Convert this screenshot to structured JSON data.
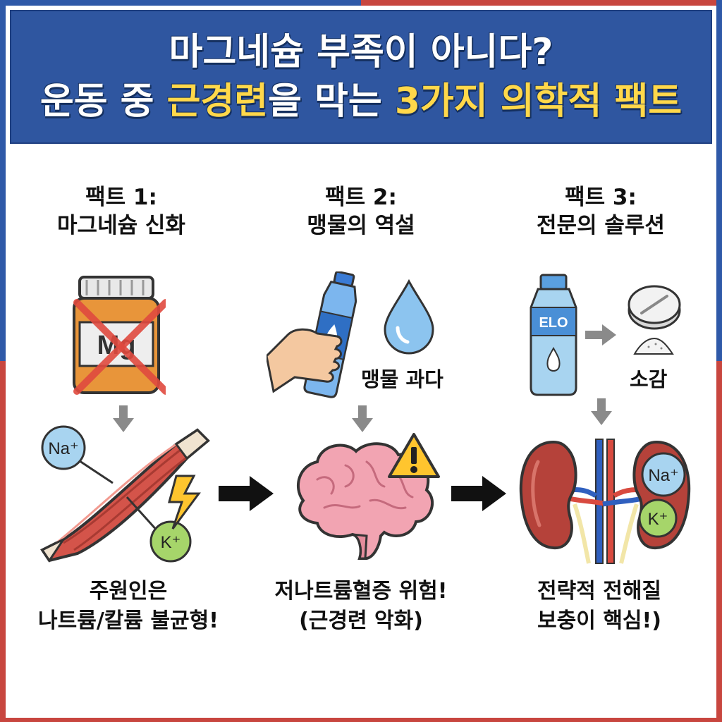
{
  "header": {
    "line1": "마그네슘 부족이 아니다?",
    "line2_a": "운동 중 ",
    "line2_b": "근경련",
    "line2_c": "을 막는 ",
    "line2_d": "3가지 의학적 팩트"
  },
  "facts": [
    {
      "title1": "팩트 1:",
      "title2": "마그네슘 신화",
      "pill_label": "Mg",
      "ion_na": "Na⁺",
      "ion_k": "K⁺",
      "caption1": "주원인은",
      "caption2": "나트륨/칼륨 불균형!"
    },
    {
      "title1": "팩트 2:",
      "title2": "맹물의 역설",
      "side_label": "맹물 과다",
      "caption1": "저나트륨혈증 위험!",
      "caption2": "(근경련 악화)"
    },
    {
      "title1": "팩트 3:",
      "title2": "전문의 솔루션",
      "bottle_label": "ELO",
      "side_label": "소감",
      "ion_na": "Na⁺",
      "ion_k": "K⁺",
      "caption1": "전략적 전해질",
      "caption2": "보충이 핵심!)"
    }
  ],
  "colors": {
    "header_bg": "#2f56a0",
    "highlight": "#ffd84a",
    "frame_blue": "#2f59a8",
    "frame_red": "#c8463f"
  }
}
